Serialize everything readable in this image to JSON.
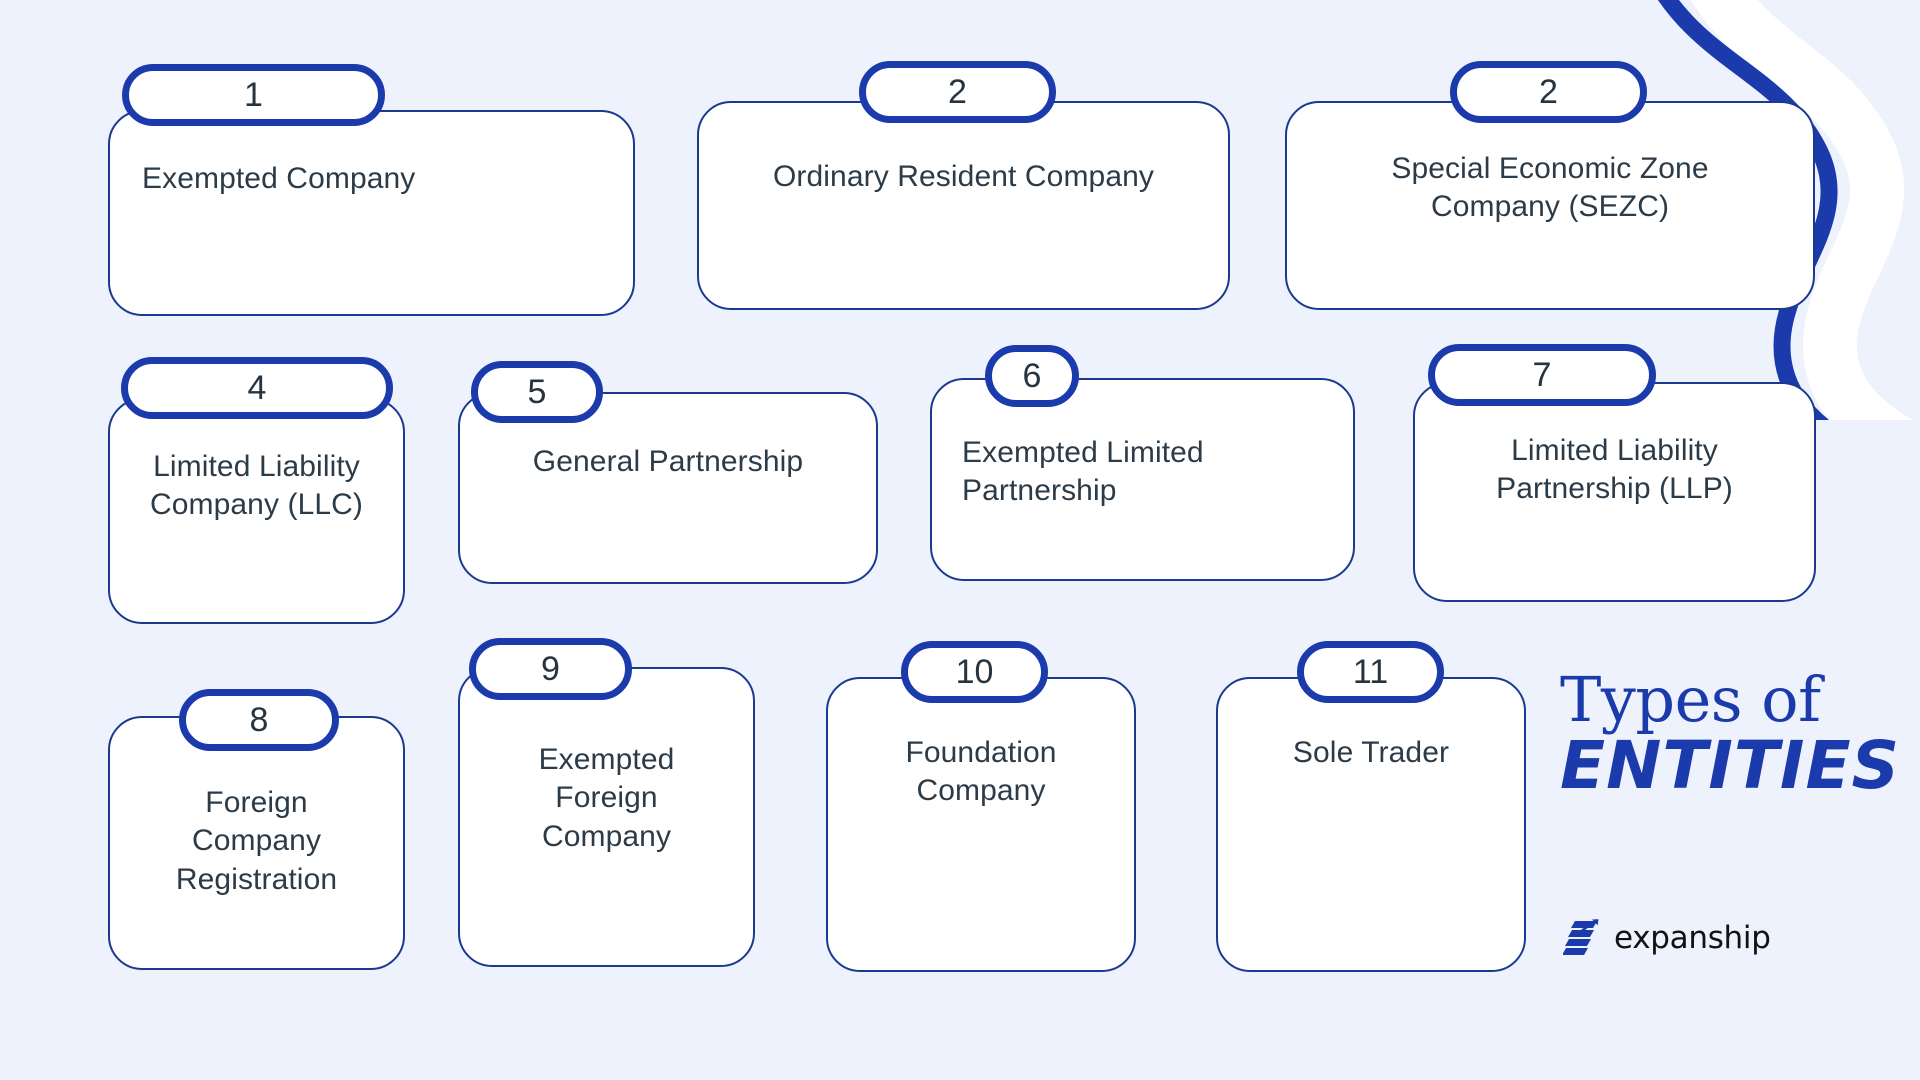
{
  "page": {
    "background_color": "#eef2fd",
    "accent_color": "#1b3aab",
    "card_border_color": "#1b3a8f",
    "card_fill_color": "#ffffff",
    "text_color": "#2c3b48"
  },
  "title": {
    "line1": "Types of",
    "line2": "ENTITIES"
  },
  "brand": {
    "name": "expanship",
    "mark": "bars-arrow-logo-icon"
  },
  "decoration": {
    "swoosh": "blue-curve-decoration"
  },
  "cards": [
    {
      "number": "1",
      "label": "Exempted Company"
    },
    {
      "number": "2",
      "label": "Ordinary Resident Company"
    },
    {
      "number": "2",
      "label": "Special Economic Zone\nCompany (SEZC)"
    },
    {
      "number": "4",
      "label": "Limited Liability\nCompany (LLC)"
    },
    {
      "number": "5",
      "label": "General Partnership"
    },
    {
      "number": "6",
      "label": "Exempted Limited\nPartnership"
    },
    {
      "number": "7",
      "label": "Limited Liability\nPartnership (LLP)"
    },
    {
      "number": "8",
      "label": "Foreign\nCompany\nRegistration"
    },
    {
      "number": "9",
      "label": "Exempted\nForeign\nCompany"
    },
    {
      "number": "10",
      "label": "Foundation\nCompany"
    },
    {
      "number": "11",
      "label": "Sole Trader"
    }
  ]
}
